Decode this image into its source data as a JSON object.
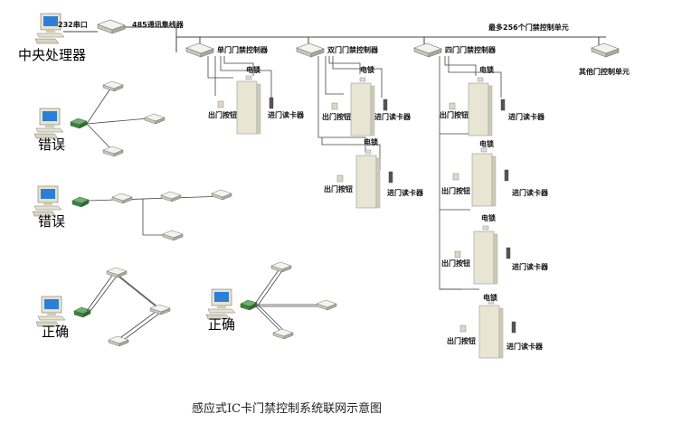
{
  "labels": {
    "port": "232串口",
    "hub": "485通讯集线器",
    "max_units": "最多256个门禁控制单元",
    "other_unit": "其他门控制单元",
    "central": "中央处理器",
    "ctrl_single": "单门门禁控制器",
    "ctrl_double": "双门门禁控制器",
    "ctrl_quad": "四门门禁控制器",
    "lock": "电锁",
    "exit_button": "出门按钮",
    "reader": "进门读卡器",
    "wrong": "错误",
    "correct": "正确"
  },
  "caption": "感应式IC卡门禁控制系统联网示意图",
  "colors": {
    "line": "#444444",
    "device_top": "#f2f2ea",
    "device_side": "#b9b9ae",
    "door": "#e8e5d2",
    "monitor_screen": "#2c7fd8",
    "router": "#4a8a4a"
  }
}
